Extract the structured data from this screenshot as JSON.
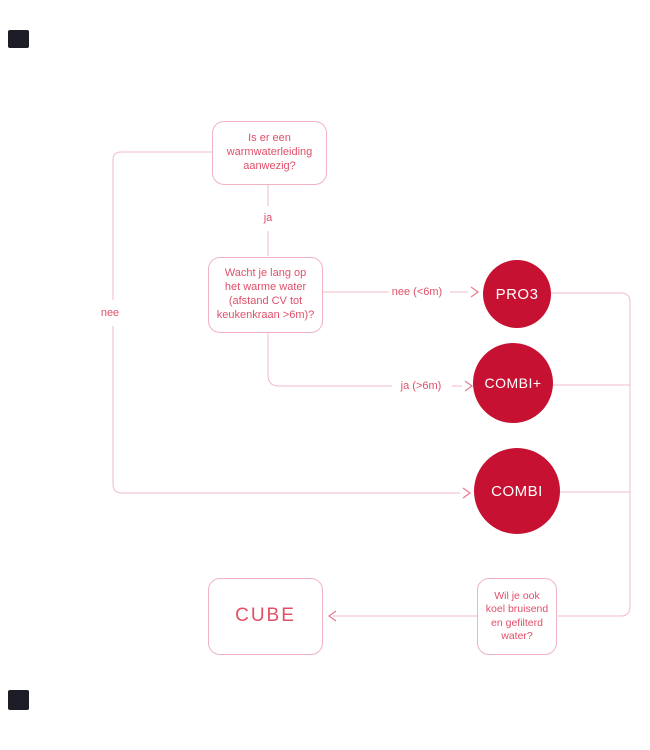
{
  "diagram": {
    "nodes": {
      "q1": {
        "text": "Is er een\nwarmwaterleiding\naanwezig?"
      },
      "q2": {
        "text": "Wacht je lang op\nhet warme water\n(afstand CV tot\nkeukenkraan >6m)?"
      },
      "q3": {
        "text": "Wil je ook\nkoel bruisend\nen gefilterd\nwater?"
      },
      "pro3": {
        "label": "PRO3"
      },
      "combi_plus": {
        "label": "COMBI+"
      },
      "combi": {
        "label": "COMBI"
      },
      "cube": {
        "label": "CUBE"
      }
    },
    "edge_labels": {
      "ja": "ja",
      "nee": "nee",
      "nee_lt6m": "nee (<6m)",
      "ja_gt6m": "ja (>6m)"
    },
    "colors": {
      "node_fill": "#c61132",
      "node_text": "#ffffff",
      "box_border": "#f1b3c0",
      "wire": "#f2bcc8",
      "arrowhead": "#e8788e",
      "text": "#e0506a",
      "corner_badge": "#1d1d27"
    }
  }
}
